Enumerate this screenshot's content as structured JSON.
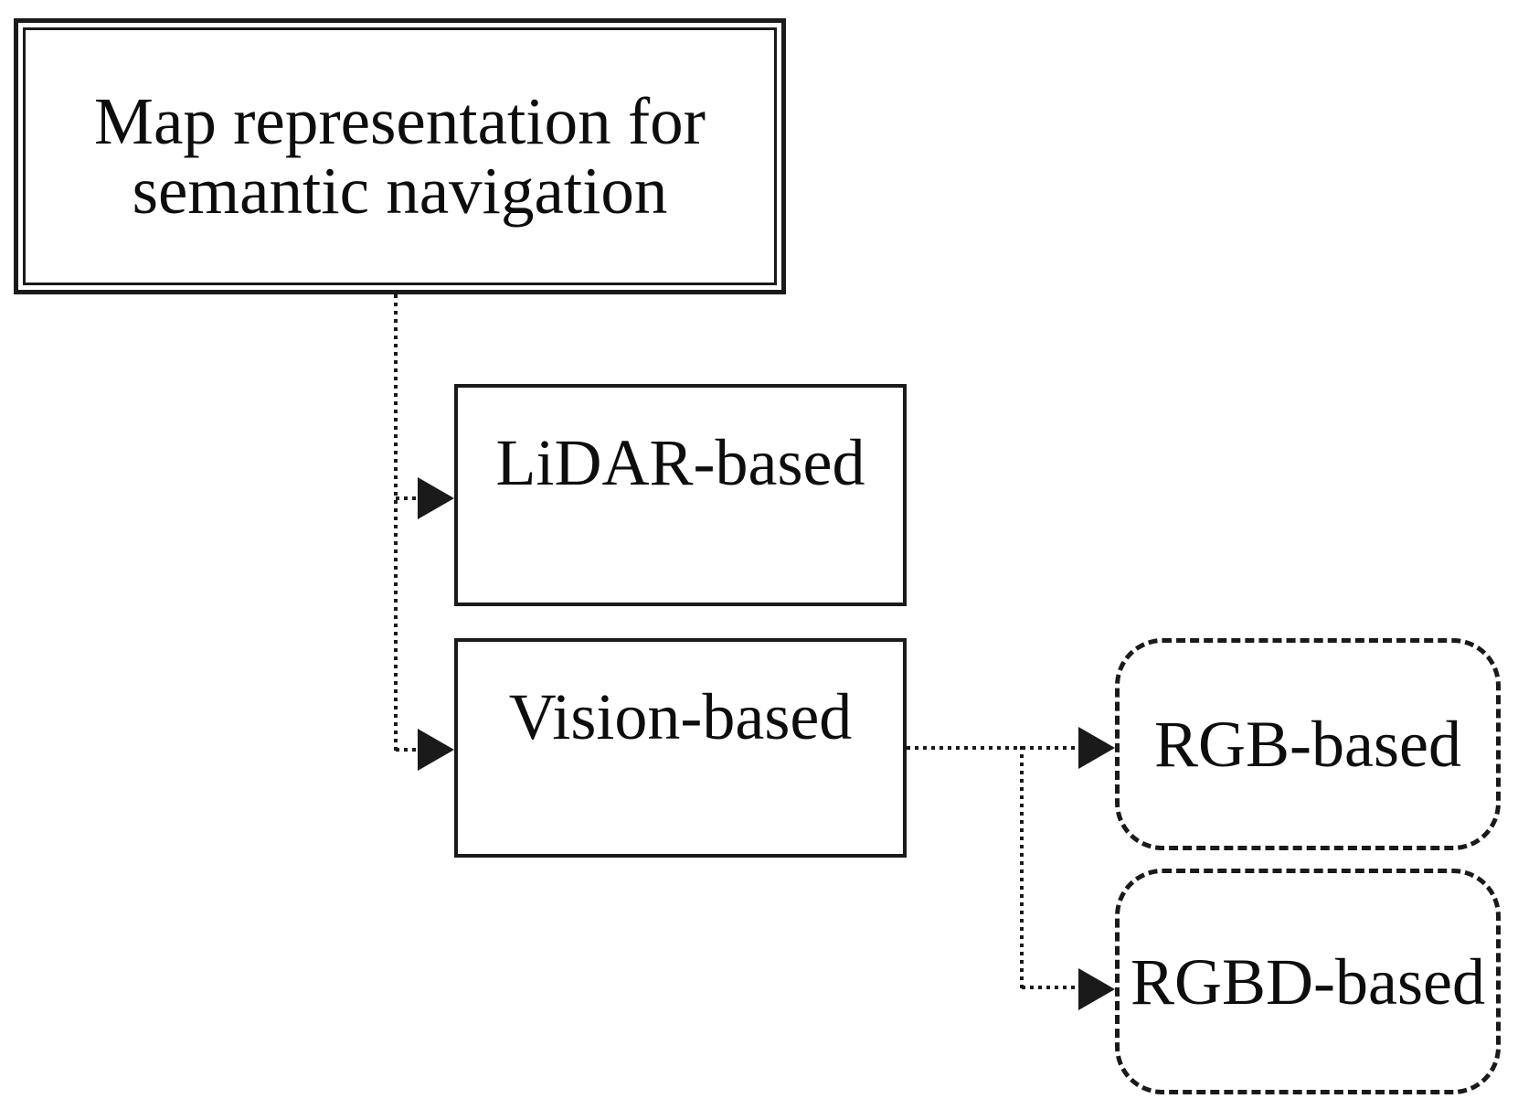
{
  "figure": {
    "type": "taxonomy-flowchart",
    "background_color": "#ffffff",
    "line_color": "#1a1a1a",
    "text_color": "#0d0d0d",
    "root": {
      "label_line1": "Map representation for",
      "label_line2": "semantic navigation"
    },
    "nodes": {
      "lidar": {
        "label": "LiDAR-based"
      },
      "vision": {
        "label": "Vision-based"
      },
      "rgb": {
        "label": "RGB-based"
      },
      "rgbd": {
        "label": "RGBD-based"
      }
    },
    "edges": [
      {
        "from": "root",
        "to": "lidar",
        "style": "dotted-arrow"
      },
      {
        "from": "root",
        "to": "vision",
        "style": "dotted-arrow"
      },
      {
        "from": "vision",
        "to": "rgb",
        "style": "dotted-arrow"
      },
      {
        "from": "vision",
        "to": "rgbd",
        "style": "dotted-arrow"
      }
    ]
  }
}
